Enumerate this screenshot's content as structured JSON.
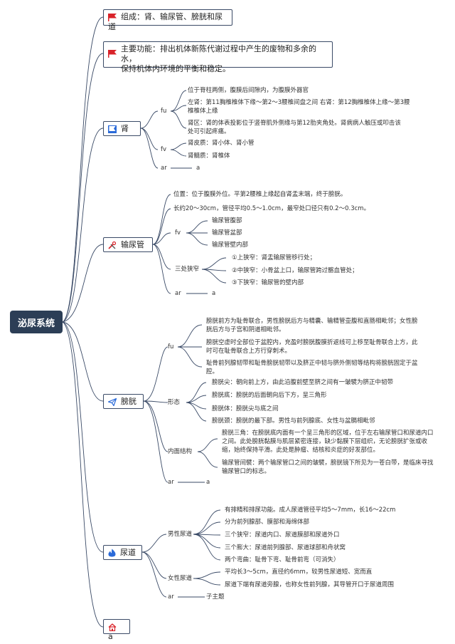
{
  "root": {
    "label": "泌尿系统"
  },
  "b1": {
    "label": "组成：肾、输尿管、膀胱和尿道"
  },
  "b2": {
    "line1": "主要功能：排出机体新陈代谢过程中产生的废物和多余的水，",
    "line2": "保持机体内环境的平衡和稳定。"
  },
  "kidney": {
    "label": "肾",
    "fu": {
      "label": "fu",
      "items": [
        "位于脊柱两侧，腹膜后间隙内，为腹膜外器官",
        "左肾：第11胸椎椎体下缘～第2～3腰椎间盘之间 右肾：第12胸椎椎体上缘～第3腰",
        "椎椎体上缘",
        "肾区：肾的体表投影位于竖脊肌外侧缘与第12肋夹角处。肾病病人触压或叩击该",
        "处可引起疼痛。"
      ]
    },
    "fv": {
      "label": "fv",
      "items": [
        "肾皮质：肾小体、肾小管",
        "肾髓质：肾椎体"
      ]
    },
    "ar": {
      "label": "ar",
      "value": "a"
    }
  },
  "ureter": {
    "label": "输尿管",
    "pos": "位置：位于腹膜外位。平第2腰椎上缘起自肾盂末端，终于膀胱。",
    "len": "长约20～30cm，管径平均0.5～1.0cm，最窄处口径只有0.2～0.3cm。",
    "fv": {
      "label": "fv",
      "items": [
        "输尿管腹部",
        "输尿管盆部",
        "输尿管壁内部"
      ]
    },
    "narrow": {
      "label": "三处狭窄",
      "items": [
        "①上狭窄：肾盂输尿管移行处；",
        "②中狭窄：小骨盆上口，输尿管跨过髂血管处；",
        "③下狭窄：输尿管的壁内部"
      ]
    },
    "ar": {
      "label": "ar",
      "value": "a"
    }
  },
  "bladder": {
    "label": "膀胱",
    "fu": {
      "label": "fu",
      "items": [
        "膀胱前方为耻骨联合，男性膀胱后方与精囊、输精管壶腹和直肠相毗邻；女性膀",
        "胱后方与子宫和阴道相毗邻。",
        "膀胱空虚时全部位于盆腔内，充盈时膀胱腹膜折返线可上移至耻骨联合上方，此",
        "时可在耻骨联合上方行穿刺术。",
        "耻骨前列腺韧带和耻骨膀胱韧带以及脐正中韧与脐外侧韧等结构将膀胱固定于盆",
        "腔。"
      ]
    },
    "shape": {
      "label": "形态",
      "items": [
        "膀胱尖：朝向前上方，由此沿腹前壁至脐之间有一皱襞为脐正中韧带",
        "膀胱底：膀胱的后面朝向后下方，呈三角形",
        "膀胱体：膀胱尖与底之间",
        "膀胱颈：膀胱的最下部。男性与前列腺底、女性与盆膈相毗邻"
      ]
    },
    "inner": {
      "label": "内面结构",
      "items": [
        "膀胱三角：在膀胱底内面有一个呈三角形的区域，位于左右输尿管口和尿道内口",
        "之间。此处膀胱黏膜与肌层紧密连接，缺少黏膜下层组织，无论膀胱扩张或收",
        "缩，始终保持平滑。此处是肿瘤、结核和炎症的好发部位。",
        "输尿管间襞：两个输尿管口之间的皱襞，膀胱镜下所见为一苍白带，是临床寻找",
        "输尿管口的标志。"
      ]
    },
    "ar": {
      "label": "ar",
      "value": "a"
    }
  },
  "urethra": {
    "label": "尿道",
    "male": {
      "label": "男性尿道",
      "items": [
        "有排精和排尿功能。成人尿道管径平均5～7mm，长16～22cm",
        "分为前列腺部、膜部和海绵体部",
        "三个狭窄：尿道内口、尿道膜部和尿道外口",
        "三个膨大：尿道前列腺部、尿道球部和舟状窝",
        "两个弯曲：耻骨下弯、耻骨前弯（可消失）"
      ]
    },
    "female": {
      "label": "女性尿道",
      "items": [
        "平均长3～5cm，直径约6mm，较男性尿道短、宽而直",
        "尿道下端有尿道旁腺，也称女性前列腺，其导管开口于尿道周围"
      ]
    },
    "ar": {
      "label": "ar",
      "value": "子主题"
    }
  },
  "last": {
    "label": "a"
  },
  "colors": {
    "root": "#2c3e56",
    "line": "#3a4a66",
    "flag": "#d9232a",
    "blueflag": "#2a6ad9"
  }
}
